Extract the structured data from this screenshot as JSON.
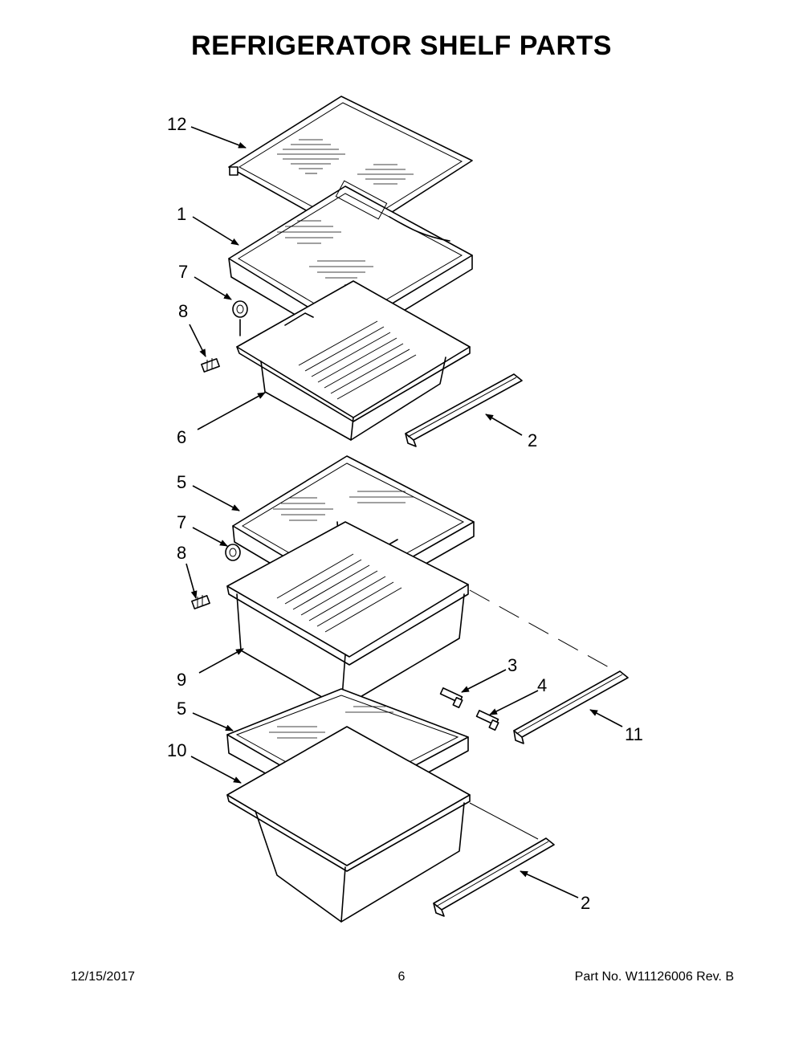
{
  "title": "REFRIGERATOR SHELF PARTS",
  "callouts": [
    {
      "id": "c12",
      "label": "12"
    },
    {
      "id": "c1",
      "label": "1"
    },
    {
      "id": "c7a",
      "label": "7"
    },
    {
      "id": "c8a",
      "label": "8"
    },
    {
      "id": "c6",
      "label": "6"
    },
    {
      "id": "c2a",
      "label": "2"
    },
    {
      "id": "c5a",
      "label": "5"
    },
    {
      "id": "c7b",
      "label": "7"
    },
    {
      "id": "c8b",
      "label": "8"
    },
    {
      "id": "c3",
      "label": "3"
    },
    {
      "id": "c4",
      "label": "4"
    },
    {
      "id": "c9",
      "label": "9"
    },
    {
      "id": "c11",
      "label": "11"
    },
    {
      "id": "c5b",
      "label": "5"
    },
    {
      "id": "c10",
      "label": "10"
    },
    {
      "id": "c2b",
      "label": "2"
    }
  ],
  "footer": {
    "date": "12/15/2017",
    "page": "6",
    "part": "Part No.  W11126006  Rev.  B"
  }
}
